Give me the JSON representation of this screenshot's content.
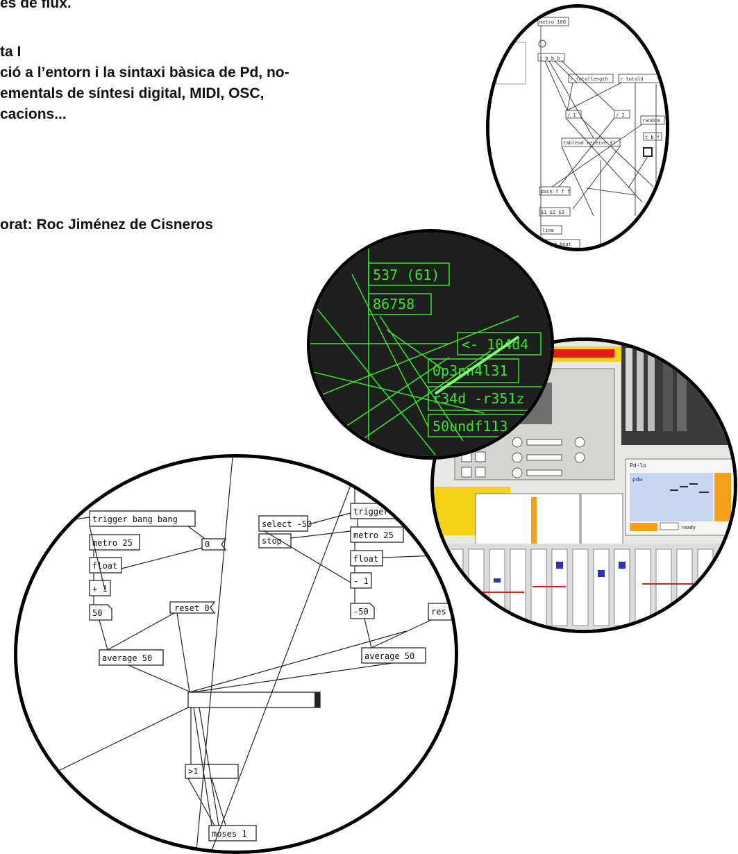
{
  "text_lines": [
    "es de flux.",
    "ta I",
    "ció a l’entorn i la sintaxi bàsica de Pd, no-",
    "ementals de síntesi digital, MIDI, OSC,",
    "cacions...",
    "orat: Roc Jiménez de Cisneros"
  ],
  "circle1": {
    "labels": [
      "metro 100",
      "t b b b",
      "r totallength",
      "r totald",
      "/ 1",
      "/ 1",
      "random",
      "t b f",
      "tabread receive $1",
      "pack f f f",
      "$1 $2 $3",
      "line",
      "send beat"
    ]
  },
  "circle2": {
    "labels": [
      "537 (61)",
      "86758",
      "<- 104d4",
      "0p3nn4l31",
      "r34d -r351z",
      "50undf113"
    ]
  },
  "circle3": {
    "labels": [
      "Pd-lo",
      "pdw",
      "ready"
    ]
  },
  "circle4": {
    "labels": [
      "trigger bang bang",
      "metro 25",
      "float",
      "+ 1",
      "50",
      "reset 0",
      "average 50",
      "select -50",
      "stop",
      "trigger",
      "metro 25",
      "float",
      "- 1",
      "-50",
      "res",
      "average 50",
      ">1",
      "moses 1",
      "0"
    ]
  },
  "colors": {
    "outline": "#000000",
    "green": "#36e82c",
    "dark": "#1d1f1d",
    "orange": "#f5a21a",
    "red": "#e31b1b",
    "blue": "#3030c0"
  }
}
